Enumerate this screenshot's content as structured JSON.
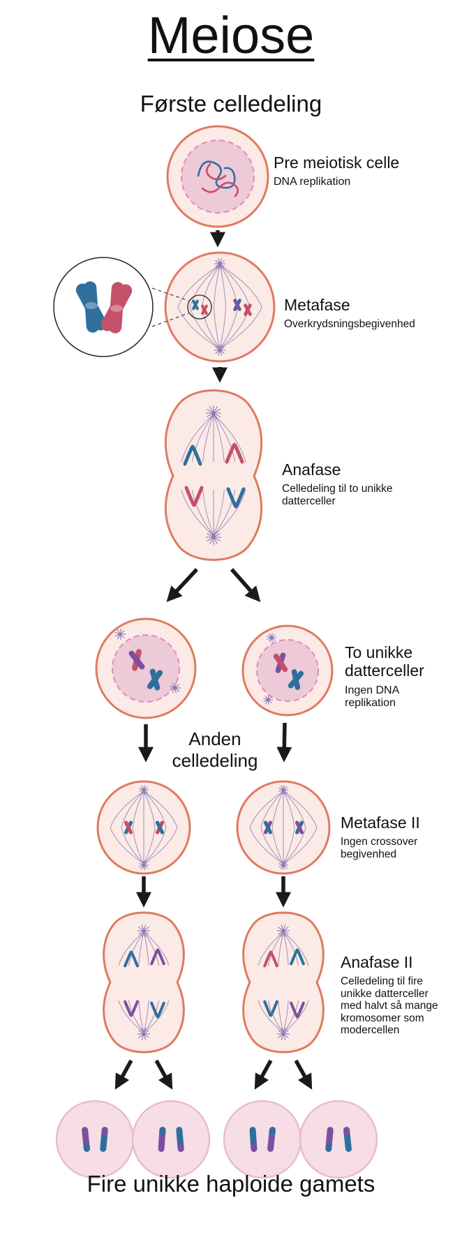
{
  "title": "Meiose",
  "first_division": {
    "heading": "Første celledeling",
    "premeiotic": {
      "name": "Pre meiotisk celle",
      "subtitle": "DNA replikation"
    },
    "metaphase": {
      "name": "Metafase",
      "subtitle": "Overkrydsningsbegivenhed"
    },
    "anaphase": {
      "name": "Anafase",
      "subtitle": "Celledeling til to unikke datterceller"
    },
    "daughters": {
      "name": "To unikke datterceller",
      "subtitle": "Ingen DNA replikation"
    }
  },
  "second_division": {
    "heading": "Anden celledeling",
    "metaphase2": {
      "name": "Metafase II",
      "subtitle": "Ingen crossover begivenhed"
    },
    "anaphase2": {
      "name": "Anafase II",
      "subtitle": "Celledeling til fire unikke datterceller med halvt så mange kromosomer som modercellen"
    },
    "result": "Fire unikke haploide gamets"
  },
  "colors": {
    "cell_membrane": "#df7a60",
    "cell_fill": "#fbeae6",
    "nucleus_fill": "#eec9d8",
    "nucleus_border": "#dd8fb0",
    "chromosome_blue": "#2f6f9e",
    "chromosome_red": "#c4506a",
    "chromosome_purple": "#7d4fa0",
    "spindle": "#8878b2",
    "arrow": "#1a1a1a",
    "gamete_fill": "#f6dde6",
    "gamete_border": "#e9bccd"
  }
}
